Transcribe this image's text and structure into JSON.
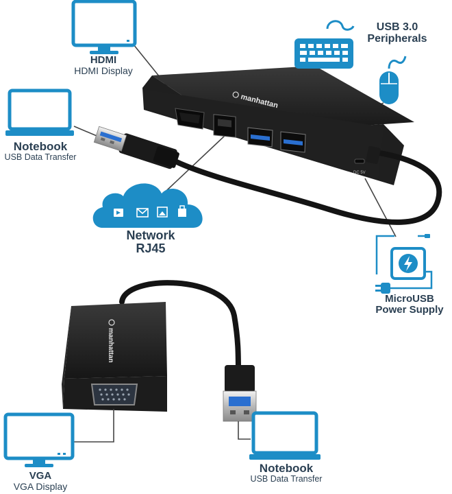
{
  "labels": {
    "hdmi": {
      "title": "HDMI",
      "subtitle": "HDMI Display"
    },
    "usb3": {
      "title": "USB 3.0",
      "subtitle": "Peripherals"
    },
    "notebook_top": {
      "title": "Notebook",
      "subtitle": "USB Data Transfer"
    },
    "network": {
      "title": "Network",
      "subtitle": "RJ45"
    },
    "power": {
      "title": "MicroUSB",
      "subtitle": "Power Supply"
    },
    "vga": {
      "title": "VGA",
      "subtitle": "VGA Display"
    },
    "notebook_bottom": {
      "title": "Notebook",
      "subtitle": "USB Data Transfer"
    }
  },
  "device": {
    "brand_top": "manhattan",
    "brand_bottom": "manhattan",
    "dc_label": "DC 5V"
  },
  "colors": {
    "accent": "#1d8dc6",
    "cloud": "#1d8dc6",
    "device_body": "#1b1b1b",
    "usb_blue": "#2a6fd0",
    "label_text": "#2a3f52"
  },
  "icons": [
    "monitor-icon",
    "keyboard-icon",
    "mouse-icon",
    "laptop-icon",
    "cloud-icon",
    "power-icon",
    "plug-icon"
  ]
}
